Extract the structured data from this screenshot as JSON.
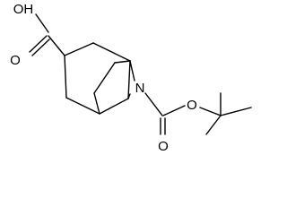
{
  "molecule": {
    "atoms": {
      "hydroxyl_top": "OH",
      "carbonyl_top": "O",
      "ring_nitrogen": "N",
      "carbonyl_bottom": "O",
      "ester_oxygen": "O"
    }
  }
}
